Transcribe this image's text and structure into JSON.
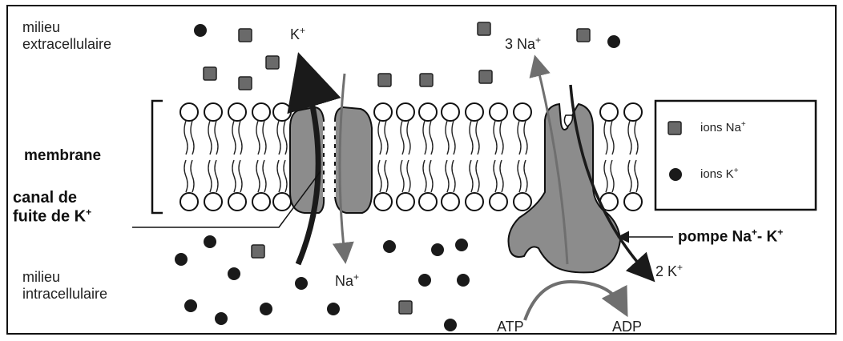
{
  "labels": {
    "milieu_extra_1": "milieu",
    "milieu_extra_2": "extracellulaire",
    "milieu_intra_1": "milieu",
    "milieu_intra_2": "intracellulaire",
    "membrane": "membrane",
    "canal_1": "canal de",
    "canal_2": "fuite de K",
    "pompe": "pompe Na",
    "pompe_mid": "- K",
    "plus": "+"
  },
  "ions": {
    "k_top": "K",
    "na_bottom": "Na",
    "three_na": "3 Na",
    "two_k": "2 K",
    "atp": "ATP",
    "adp": "ADP"
  },
  "legend": {
    "na_label": "ions Na",
    "k_label": "ions K"
  },
  "colors": {
    "protein": "#8c8c8c",
    "ink": "#1a1a1a",
    "arrow_grey": "#6f6f6f",
    "na_square": "#6a6a6a"
  }
}
